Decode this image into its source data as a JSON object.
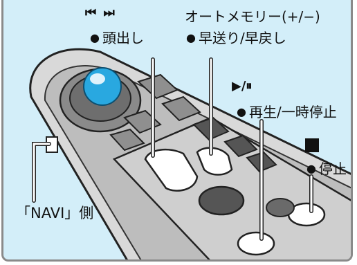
{
  "labels": {
    "skip_symbols": "⏮  ⏭",
    "head_search": "頭出し",
    "auto_memory": "オートメモリー(+/−)",
    "fast_forward_rewind": "早送り/早戻し",
    "play_pause_symbol": "▶/⏸",
    "play_pause": "再生/一時停止",
    "stop": "停止",
    "navi_side": "「NAVI」側",
    "bullet": "●"
  },
  "colors": {
    "background": "#d3eef9",
    "frame": "#8a8a8a",
    "remote_body": "#d9d9d9",
    "trackball": "#29a8e0"
  }
}
